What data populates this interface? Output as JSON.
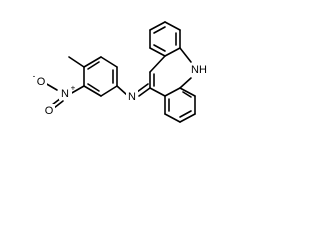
{
  "atoms": {
    "acridine_nh": "NH",
    "imine_n": "N",
    "nitro_n": "N",
    "nitro_plus": "+",
    "nitro_o_top": "O",
    "nitro_o_top_minus": "-",
    "nitro_o_bottom": "O"
  },
  "colors": {
    "bond": "#000000",
    "label": "#000000",
    "background": "#ffffff"
  }
}
